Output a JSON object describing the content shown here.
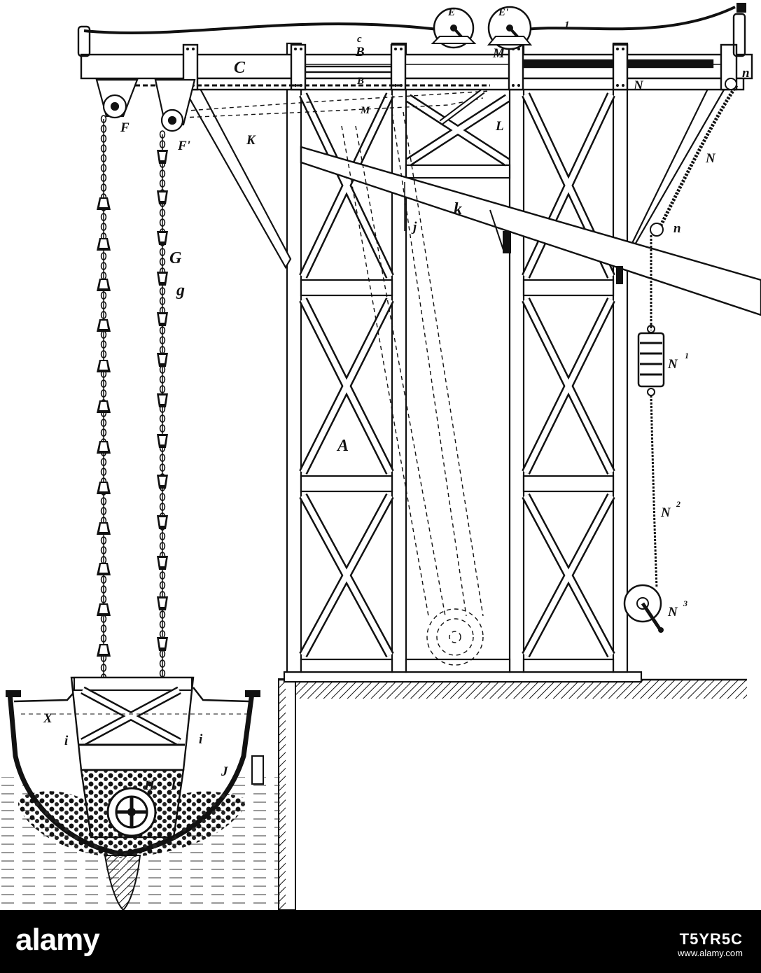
{
  "labels": {
    "C": "C",
    "c": "c",
    "B": "B",
    "B2": "B",
    "M": "M",
    "M2": "M",
    "N": "N",
    "N_right": "N",
    "n_top": "n",
    "n_mid": "n",
    "E": "E",
    "E1": "E'",
    "one": "1",
    "F": "F",
    "F1": "F'",
    "K": "K",
    "L": "L",
    "k": "k",
    "j": "j",
    "G": "G",
    "g": "g",
    "A": "A",
    "N1": "N",
    "N1_sup": "1",
    "N2": "N",
    "N2_sup": "2",
    "N3": "N",
    "N3_sup": "3",
    "X": "X",
    "i_left": "i",
    "i_right": "i",
    "J": "J",
    "H": "H",
    "I": "I"
  },
  "footer": {
    "brand": "alamy",
    "image_id": "T5YR5C",
    "url": "www.alamy.com"
  },
  "colors": {
    "ink": "#111111",
    "paper": "#ffffff",
    "footer": "#000000"
  }
}
